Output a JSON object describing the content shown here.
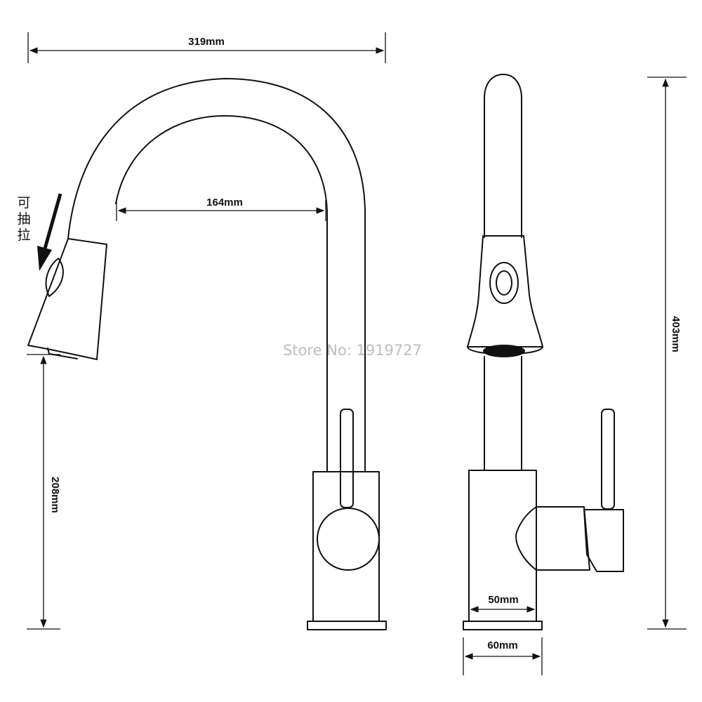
{
  "dimensions": {
    "spout_reach": "319mm",
    "inner_reach": "164mm",
    "spray_height": "208mm",
    "total_height": "403mm",
    "body_width": "50mm",
    "base_width": "60mm"
  },
  "pull_out_label": [
    "可",
    "抽",
    "拉"
  ],
  "watermark": "Store No: 1919727",
  "colors": {
    "stroke": "#111111",
    "watermark": "#bdbdbd",
    "background": "#ffffff"
  }
}
